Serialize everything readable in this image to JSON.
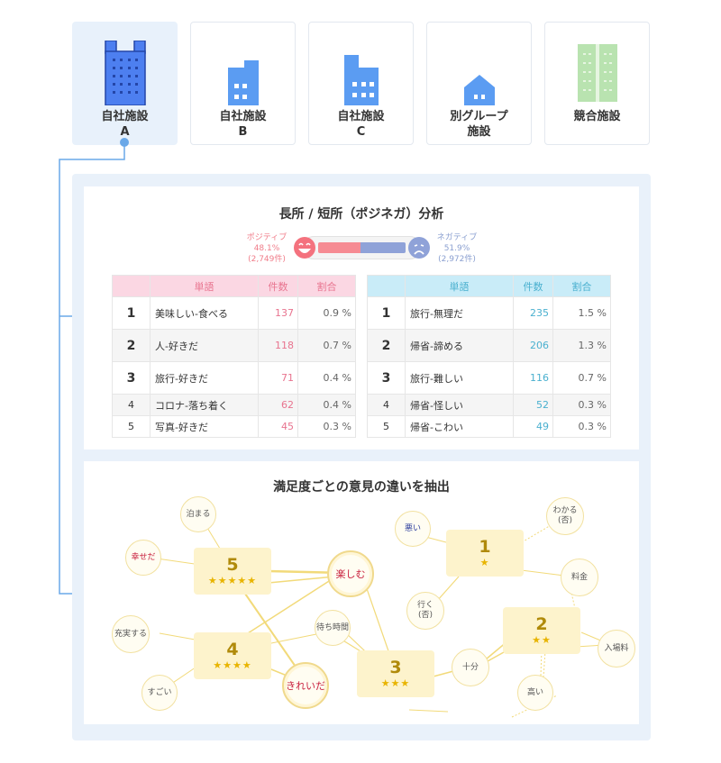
{
  "facilities": [
    {
      "line1": "自社施設",
      "line2": "A",
      "active": true,
      "icon": "tall-building-icon"
    },
    {
      "line1": "自社施設",
      "line2": "B",
      "active": false,
      "icon": "building-icon"
    },
    {
      "line1": "自社施設",
      "line2": "C",
      "active": false,
      "icon": "building-icon"
    },
    {
      "line1": "別グループ",
      "line2": "施設",
      "active": false,
      "icon": "house-icon"
    },
    {
      "line1": "競合施設",
      "line2": "",
      "active": false,
      "icon": "green-building-icon"
    }
  ],
  "pn": {
    "title": "長所 / 短所（ポジネガ）分析",
    "positive": {
      "label": "ポジティブ",
      "ratio": "48.1%",
      "count": "(2,749件)",
      "share": 48.1
    },
    "negative": {
      "label": "ネガティブ",
      "ratio": "51.9%",
      "count": "(2,972件)",
      "share": 51.9
    },
    "headers": {
      "word": "単語",
      "count": "件数",
      "ratio": "割合"
    },
    "positive_rows": [
      {
        "rank": "1",
        "word": "美味しい-食べる",
        "count": "137",
        "ratio": "0.9 %"
      },
      {
        "rank": "2",
        "word": "人-好きだ",
        "count": "118",
        "ratio": "0.7 %"
      },
      {
        "rank": "3",
        "word": "旅行-好きだ",
        "count": "71",
        "ratio": "0.4 %"
      },
      {
        "rank": "4",
        "word": "コロナ-落ち着く",
        "count": "62",
        "ratio": "0.4 %"
      },
      {
        "rank": "5",
        "word": "写真-好きだ",
        "count": "45",
        "ratio": "0.3 %"
      }
    ],
    "negative_rows": [
      {
        "rank": "1",
        "word": "旅行-無理だ",
        "count": "235",
        "ratio": "1.5 %"
      },
      {
        "rank": "2",
        "word": "帰省-諦める",
        "count": "206",
        "ratio": "1.3 %"
      },
      {
        "rank": "3",
        "word": "旅行-難しい",
        "count": "116",
        "ratio": "0.7 %"
      },
      {
        "rank": "4",
        "word": "帰省-怪しい",
        "count": "52",
        "ratio": "0.3 %"
      },
      {
        "rank": "5",
        "word": "帰省-こわい",
        "count": "49",
        "ratio": "0.3 %"
      }
    ]
  },
  "satisfaction": {
    "title": "満足度ごとの意見の違いを抽出",
    "levels": [
      {
        "num": "5",
        "stars": "★★★★★"
      },
      {
        "num": "4",
        "stars": "★★★★"
      },
      {
        "num": "3",
        "stars": "★★★"
      },
      {
        "num": "2",
        "stars": "★★"
      },
      {
        "num": "1",
        "stars": "★"
      }
    ],
    "words": {
      "tomaru": "泊まる",
      "shiawase": "幸せだ",
      "tanoshimu": "楽しむ",
      "jujitsu": "充実する",
      "machijikan": "待ち時間",
      "sugoi": "すごい",
      "kirei": "きれいだ",
      "warui": "悪い",
      "wakaru_a": "わかる",
      "wakaru_b": "(否)",
      "ryokin": "料金",
      "iku_a": "行く",
      "iku_b": "(否)",
      "juubun": "十分",
      "nyujoryo": "入場料",
      "takai": "高い"
    }
  },
  "colors": {
    "accent": "#4a90d9",
    "positive": "#f68b93",
    "negative": "#8fa2d8",
    "gold": "#b08a0a"
  }
}
